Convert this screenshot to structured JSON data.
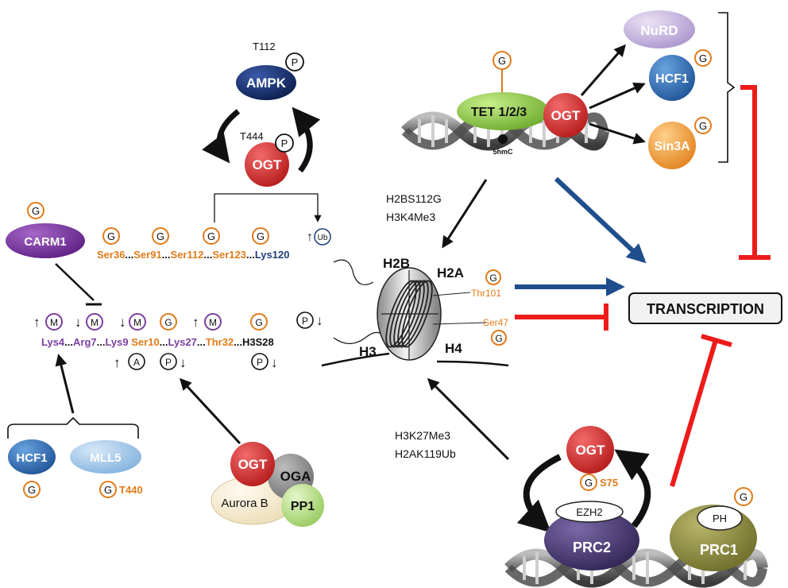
{
  "colors": {
    "orange": "#e07b1a",
    "purple": "#7a3fa0",
    "navy": "#1f3d7a",
    "inhibit_red": "#ee1b1b",
    "activate_blue": "#1f4e8c",
    "ogt_red": "#d42b2b",
    "ampk_navy": "#17306b",
    "tet_green": "#8dc63f",
    "carm1_purple": "#7b2f9e",
    "hcf1_blue": "#2f6fb8",
    "mll5_lightblue": "#9ec3e6",
    "nurd_lavender": "#c9b8e0",
    "sin3a_orange": "#f2a035",
    "prc2_purple": "#4b3a73",
    "prc1_olive": "#8c8a3d",
    "oga_gray": "#8e8e8e",
    "aurora_cream": "#f7ecd0",
    "pp1_green": "#b9e08a"
  },
  "marks": {
    "g": "G",
    "p": "P",
    "m": "M",
    "a": "A",
    "ub": "Ub"
  },
  "proteins": {
    "ampk": "AMPK",
    "ogt": "OGT",
    "tet": "TET 1/2/3",
    "nurd": "NuRD",
    "hcf1": "HCF1",
    "sin3a": "Sin3A",
    "carm1": "CARM1",
    "mll5": "MLL5",
    "oga": "OGA",
    "aurora_b": "Aurora B",
    "pp1": "PP1",
    "ezh2": "EZH2",
    "prc2": "PRC2",
    "prc1": "PRC1",
    "ph": "PH"
  },
  "sites": {
    "t112": "T112",
    "t444": "T444",
    "t440": "T440",
    "s75": "S75",
    "fivehmc": "5hmC"
  },
  "h2b_tail": {
    "ser36": "Ser36",
    "ser91": "Ser91",
    "ser112": "Ser112",
    "ser123": "Ser123",
    "lys120": "Lys120",
    "sep": "..."
  },
  "h3_tail": {
    "lys4": "Lys4",
    "arg7": "Arg7",
    "lys9": "Lys9",
    "ser10": "Ser10",
    "lys27": "Lys27",
    "thr32": "Thr32",
    "h3s28": "H3S28",
    "sep": "..."
  },
  "h2a_sites": {
    "thr101": "Thr101",
    "ser47": "Ser47"
  },
  "histones": {
    "h2b": "H2B",
    "h2a": "H2A",
    "h3": "H3",
    "h4": "H4"
  },
  "labels": {
    "h2bs112g": "H2BS112G",
    "h3k4me3": "H3K4Me3",
    "h3k27me3": "H3K27Me3",
    "h2ak119ub": "H2AK119Ub",
    "transcription": "TRANSCRIPTION"
  }
}
